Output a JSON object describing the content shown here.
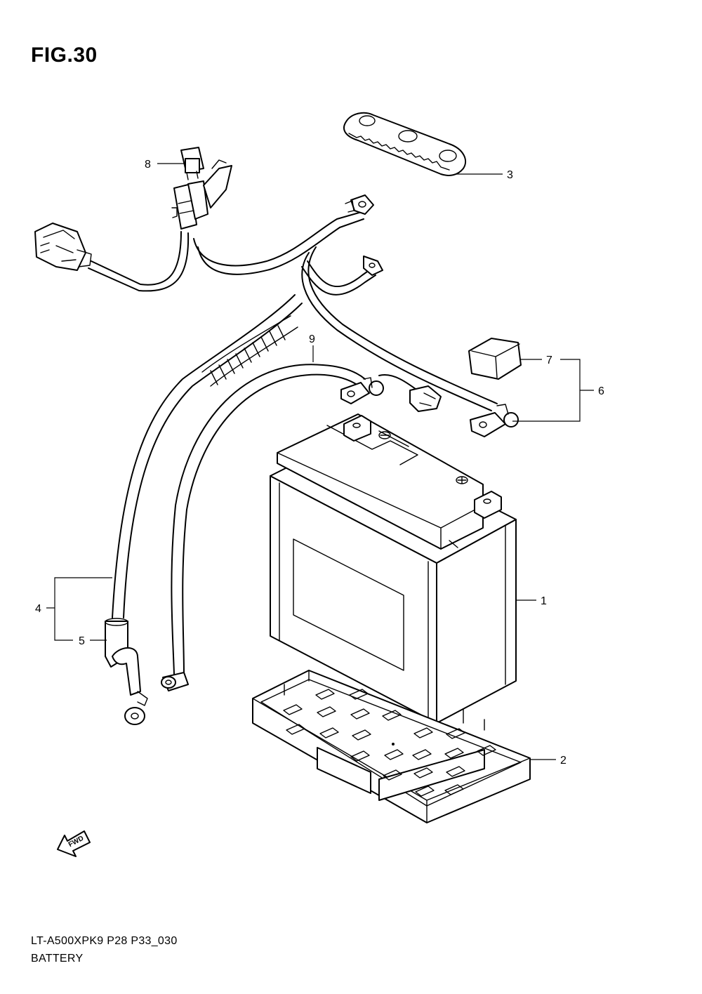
{
  "figure": {
    "title": "FIG.30"
  },
  "footer": {
    "model_code": "LT-A500XPK9 P28 P33_030",
    "section_name": "BATTERY"
  },
  "fwd_arrow": {
    "label": "FWD"
  },
  "callouts": [
    {
      "number": "1"
    },
    {
      "number": "2"
    },
    {
      "number": "3"
    },
    {
      "number": "4"
    },
    {
      "number": "5"
    },
    {
      "number": "6"
    },
    {
      "number": "7"
    },
    {
      "number": "8"
    },
    {
      "number": "9"
    }
  ]
}
